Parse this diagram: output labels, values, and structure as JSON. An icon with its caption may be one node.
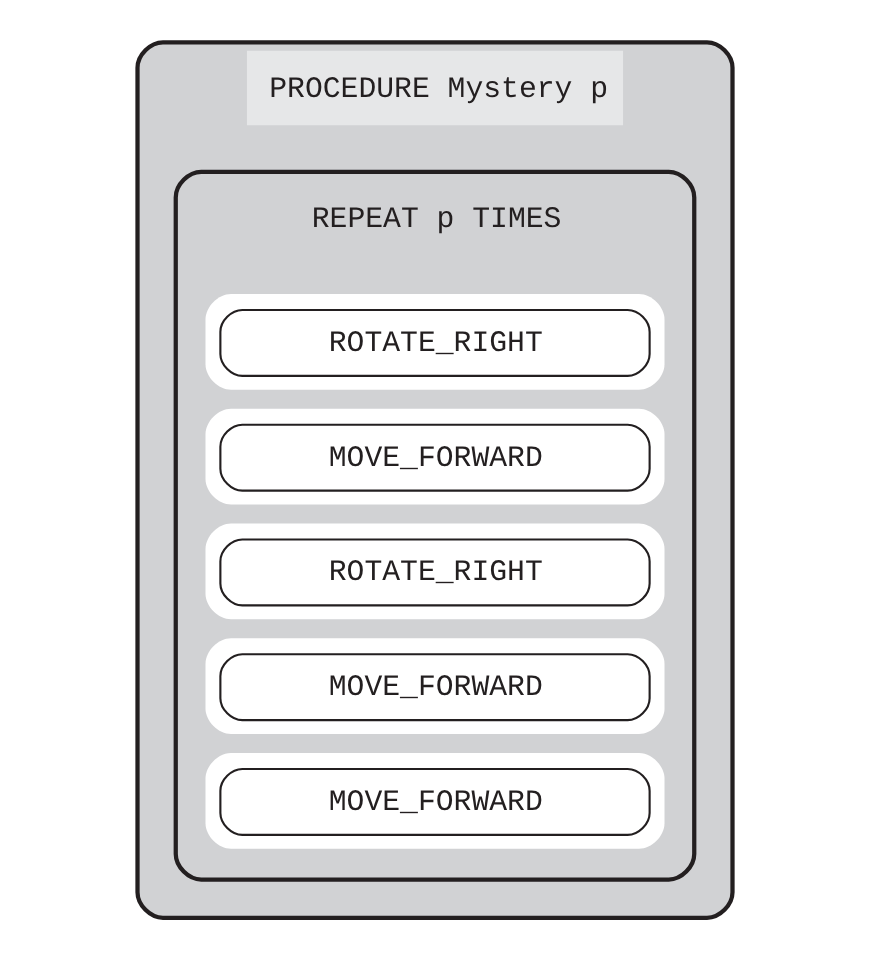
{
  "diagram": {
    "nodes": [
      {
        "text": [
          "PROCEDURE Mystery p"
        ]
      },
      {
        "text": [
          "REPEAT p TIMES"
        ],
        "in": 0
      },
      {
        "text": [
          "ROTATE_RIGHT"
        ],
        "in": 1
      },
      {
        "text": [
          "MOVE_FORWARD"
        ],
        "in": 1
      },
      {
        "text": [
          "ROTATE_RIGHT"
        ],
        "in": 1
      },
      {
        "text": [
          "MOVE_FORWARD"
        ],
        "in": 1
      },
      {
        "text": [
          "MOVE_FORWARD"
        ],
        "in": 1
      }
    ]
  }
}
